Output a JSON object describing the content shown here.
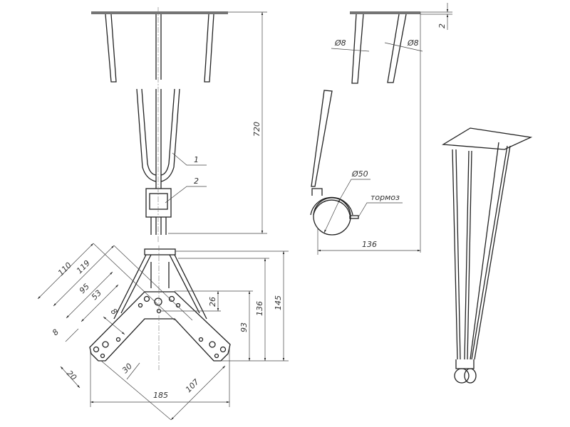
{
  "front_view": {
    "height_dim": "720",
    "callout_1": "1",
    "callout_2": "2"
  },
  "side_view": {
    "plate_thickness_dim": "2",
    "rod_diameter_left": "Ø8",
    "rod_diameter_right": "Ø8",
    "wheel_diameter": "Ø50",
    "brake_label": "тормоз",
    "width_dim": "136"
  },
  "base_view": {
    "diag_dims": [
      "110",
      "119",
      "95",
      "53",
      "8",
      "8",
      "20",
      "30",
      "107"
    ],
    "width_dim": "185",
    "height_dims": [
      "26",
      "93",
      "136",
      "145"
    ]
  }
}
